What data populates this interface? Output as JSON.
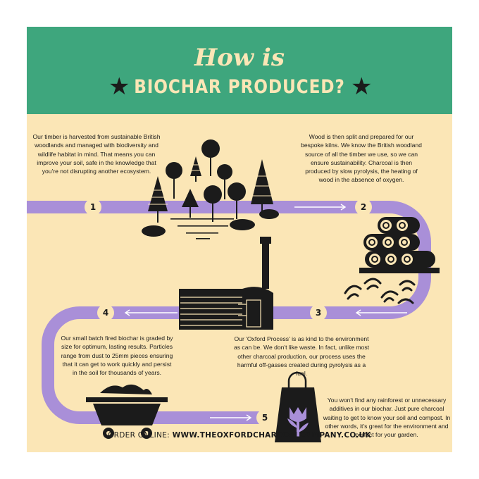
{
  "header": {
    "title_line1": "How is",
    "title_line2": "BIOCHAR PRODUCED?",
    "background": "#3ea67d"
  },
  "colors": {
    "background": "#fbe6b6",
    "path": "#a98fd8",
    "ink": "#1b1b1b"
  },
  "steps": [
    {
      "number": "1",
      "text": "Our timber is harvested from sustainable British woodlands and managed with biodiversity and wildlife habitat in mind. That means you can improve your soil, safe in the knowledge that you're not disrupting another ecosystem.",
      "illustration": "forest-icon"
    },
    {
      "number": "2",
      "text": "Wood is then split and prepared for our bespoke kilns. We know the British woodland source of all the timber we use, so we can ensure sustainability. Charcoal is then produced by slow pyrolysis, the heating of wood in the absence of oxygen.",
      "illustration": "log-pile-icon"
    },
    {
      "number": "3",
      "text": "Our 'Oxford Process' is as kind to the environment as can be. We don't like waste. In fact, unlike most other charcoal production, our process uses the harmful off-gasses created during pyrolysis as a fuel.",
      "illustration": "kiln-icon"
    },
    {
      "number": "4",
      "text": "Our small batch fired biochar is graded by size for optimum, lasting results. Particles range from dust to 25mm pieces ensuring that it can get to work quickly and persist in the soil for thousands of years.",
      "illustration": "mine-cart-icon"
    },
    {
      "number": "5",
      "text": "You won't find any rainforest or unnecessary additives in our biochar. Just pure charcoal waiting to get to know your soil and compost. In other words, it's great for the environment and perfect for your garden.",
      "illustration": "shopping-bag-icon"
    }
  ],
  "footer": {
    "label": "ORDER ONLINE:",
    "url": "WWW.THEOXFORDCHARCOALCOMPANY.CO.UK"
  }
}
